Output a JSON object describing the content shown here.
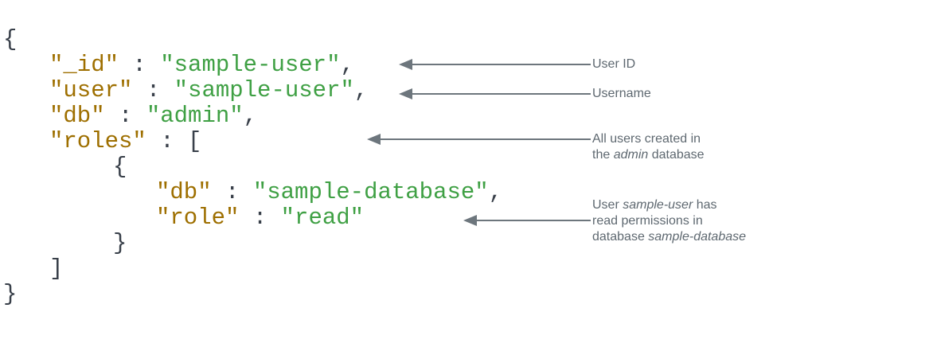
{
  "colors": {
    "key": "#9e6f00",
    "string": "#3fa044",
    "punct": "#39404a",
    "arrow": "#6d767d",
    "label": "#5e6870"
  },
  "code": {
    "lines": [
      {
        "punct": "{"
      },
      {
        "key": "\"_id\"",
        "sep": " : ",
        "value": "\"sample-user\"",
        "end": ","
      },
      {
        "key": "\"user\"",
        "sep": " : ",
        "value": "\"sample-user\"",
        "end": ","
      },
      {
        "key": "\"db\"",
        "sep": " : ",
        "value": "\"admin\"",
        "end": ","
      },
      {
        "key": "\"roles\"",
        "sep": " : ",
        "end": "["
      },
      {
        "punct": "{"
      },
      {
        "key": "\"db\"",
        "sep": " : ",
        "value": "\"sample-database\"",
        "end": ","
      },
      {
        "key": "\"role\"",
        "sep": " : ",
        "value": "\"read\""
      },
      {
        "punct": "}"
      },
      {
        "punct": "]"
      },
      {
        "punct": "}"
      }
    ]
  },
  "annotations": [
    {
      "lines": [
        {
          "pre": "User ID"
        }
      ]
    },
    {
      "lines": [
        {
          "pre": "Username"
        }
      ]
    },
    {
      "lines": [
        {
          "pre": "All users created in"
        },
        {
          "pre": "the ",
          "italic": "admin",
          "post": " database"
        }
      ]
    },
    {
      "lines": [
        {
          "pre": "User ",
          "italic": "sample-user",
          "post": " has"
        },
        {
          "pre": "read permissions in"
        },
        {
          "pre": "database ",
          "italic": "sample-database"
        }
      ]
    }
  ]
}
